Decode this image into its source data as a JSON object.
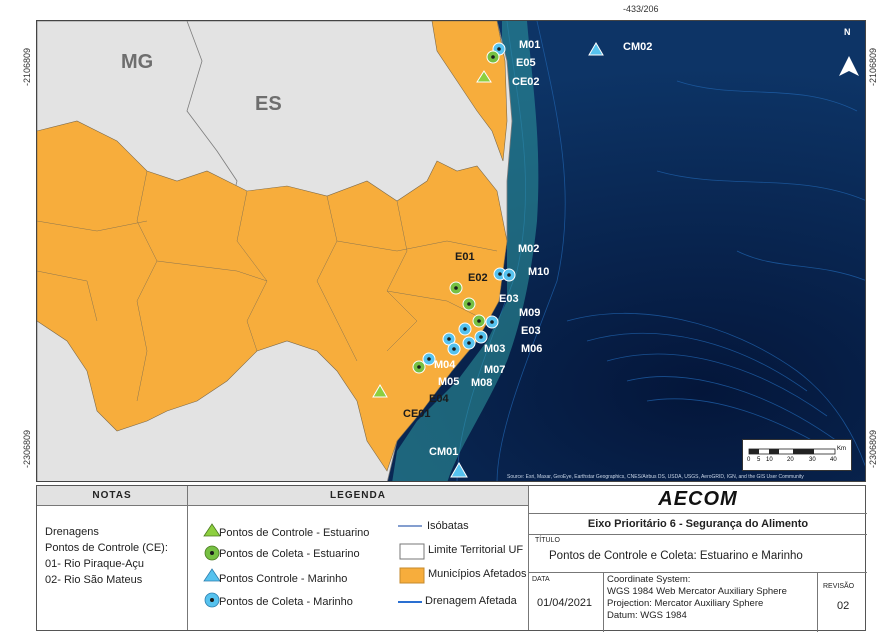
{
  "map": {
    "coords": {
      "top": "-433/206",
      "left_top": "-2106809",
      "left_bottom": "-2306809",
      "right_top": "-2106809",
      "right_bottom": "-2306809"
    },
    "states": [
      {
        "label": "MG"
      },
      {
        "label": "ES"
      }
    ],
    "north_label": "N",
    "attribution": "Source: Esri, Maxar, GeoEye, Earthstar Geographics, CNES/Airbus DS, USDA, USGS, AeroGRID, IGN, and the GIS User Community",
    "scale": {
      "ticks": [
        "0",
        "5",
        "10",
        "20",
        "30",
        "40"
      ],
      "unit": "Km"
    },
    "points": [
      {
        "label": "M01",
        "type": "coleta-marinho"
      },
      {
        "label": "E05",
        "type": "coleta-estuarino"
      },
      {
        "label": "CE02",
        "type": "controle-estuarino"
      },
      {
        "label": "CM02",
        "type": "controle-marinho"
      },
      {
        "label": "E01",
        "type": "coleta-estuarino"
      },
      {
        "label": "E02",
        "type": "coleta-estuarino"
      },
      {
        "label": "M02",
        "type": "coleta-marinho"
      },
      {
        "label": "M10",
        "type": "coleta-marinho"
      },
      {
        "label": "E03",
        "type": "coleta-estuarino"
      },
      {
        "label": "M09",
        "type": "coleta-marinho"
      },
      {
        "label": "E03",
        "type": "coleta-estuarino"
      },
      {
        "label": "M03",
        "type": "coleta-marinho"
      },
      {
        "label": "M06",
        "type": "coleta-marinho"
      },
      {
        "label": "M07",
        "type": "coleta-marinho"
      },
      {
        "label": "M04",
        "type": "coleta-marinho"
      },
      {
        "label": "M05",
        "type": "coleta-marinho"
      },
      {
        "label": "M08",
        "type": "coleta-marinho"
      },
      {
        "label": "E04",
        "type": "coleta-estuarino"
      },
      {
        "label": "CE01",
        "type": "controle-estuarino"
      },
      {
        "label": "CM01",
        "type": "controle-marinho"
      }
    ]
  },
  "panel": {
    "notas": {
      "header": "NOTAS",
      "lines": [
        "Drenagens",
        "Pontos de Controle (CE):",
        "01- Rio Piraque-Açu",
        "02- Rio São Mateus"
      ]
    },
    "legenda": {
      "header": "LEGENDA",
      "items": [
        {
          "label": "Pontos de Controle - Estuarino"
        },
        {
          "label": "Pontos de Coleta - Estuarino"
        },
        {
          "label": "Pontos Controle - Marinho"
        },
        {
          "label": "Pontos de Coleta - Marinho"
        },
        {
          "label": "Isóbatas"
        },
        {
          "label": "Limite Territorial UF"
        },
        {
          "label": "Municípios Afetados"
        },
        {
          "label": "Drenagem Afetada"
        }
      ]
    },
    "logo": "AECOM",
    "eixo": "Eixo Prioritário 6 - Segurança do Alimento",
    "titulo_label": "TÍTULO",
    "titulo": "Pontos de Controle e Coleta: Estuarino e Marinho",
    "data_label": "DATA",
    "data": "01/04/2021",
    "coord_system": [
      "Coordinate System:",
      "WGS 1984 Web Mercator Auxiliary Sphere",
      "Projection: Mercator Auxiliary Sphere",
      "Datum: WGS 1984"
    ],
    "revisao_label": "REVISÃO",
    "revisao": "02"
  },
  "colors": {
    "municipios": "#f7ad3c",
    "terra": "#e3e3e3",
    "mar": "#0b2a55",
    "costa": "#2f9aa0",
    "controle_estuarino": "#8dcf3f",
    "coleta_estuarino": "#76c043",
    "marinho": "#56c2ee"
  }
}
